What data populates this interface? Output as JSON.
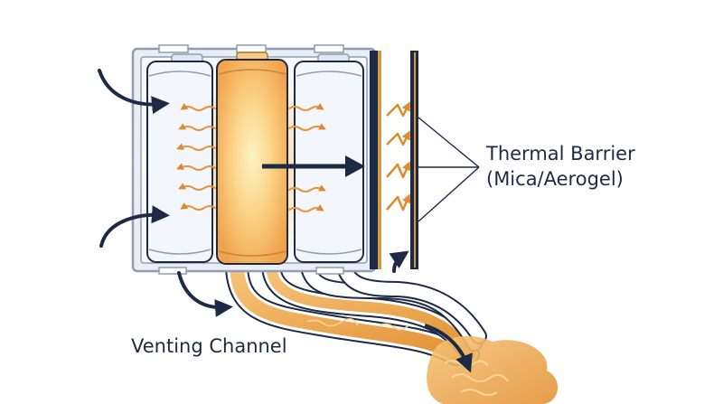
{
  "labels": {
    "thermal_barrier_line1": "Thermal Barrier",
    "thermal_barrier_line2": "(Mica/Aerogel)",
    "venting_channel": "Venting Channel"
  },
  "colors": {
    "navy": "#1d2a44",
    "frame": "#8e9cb4",
    "frame_fill": "#e9eef5",
    "cell_fill": "#f3f6fa",
    "heat_orange": "#f0a64a",
    "hot_core": "#fde7a8",
    "gas": "#e8a04c",
    "barrier_gold": "#d29a45"
  },
  "icons": {
    "inflow_arrow": "curved-arrow-icon",
    "heat_arrow": "zigzag-arrow-icon"
  }
}
